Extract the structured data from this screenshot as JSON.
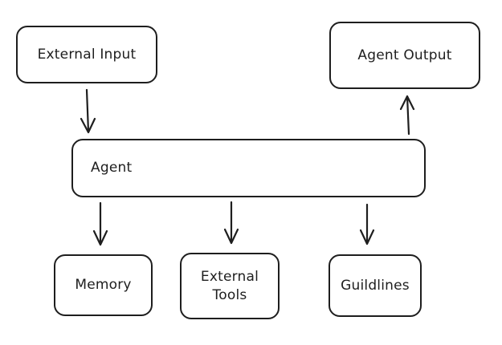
{
  "nodes": {
    "external_input": "External Input",
    "agent_output": "Agent Output",
    "agent": "Agent",
    "memory": "Memory",
    "external_tools": "External\nTools",
    "guidelines": "Guildlines"
  },
  "edges": [
    {
      "from": "external_input",
      "to": "agent"
    },
    {
      "from": "agent",
      "to": "agent_output"
    },
    {
      "from": "agent",
      "to": "memory"
    },
    {
      "from": "agent",
      "to": "external_tools"
    },
    {
      "from": "agent",
      "to": "guidelines"
    }
  ],
  "colors": {
    "stroke": "#1e1e1e",
    "background": "#ffffff"
  }
}
